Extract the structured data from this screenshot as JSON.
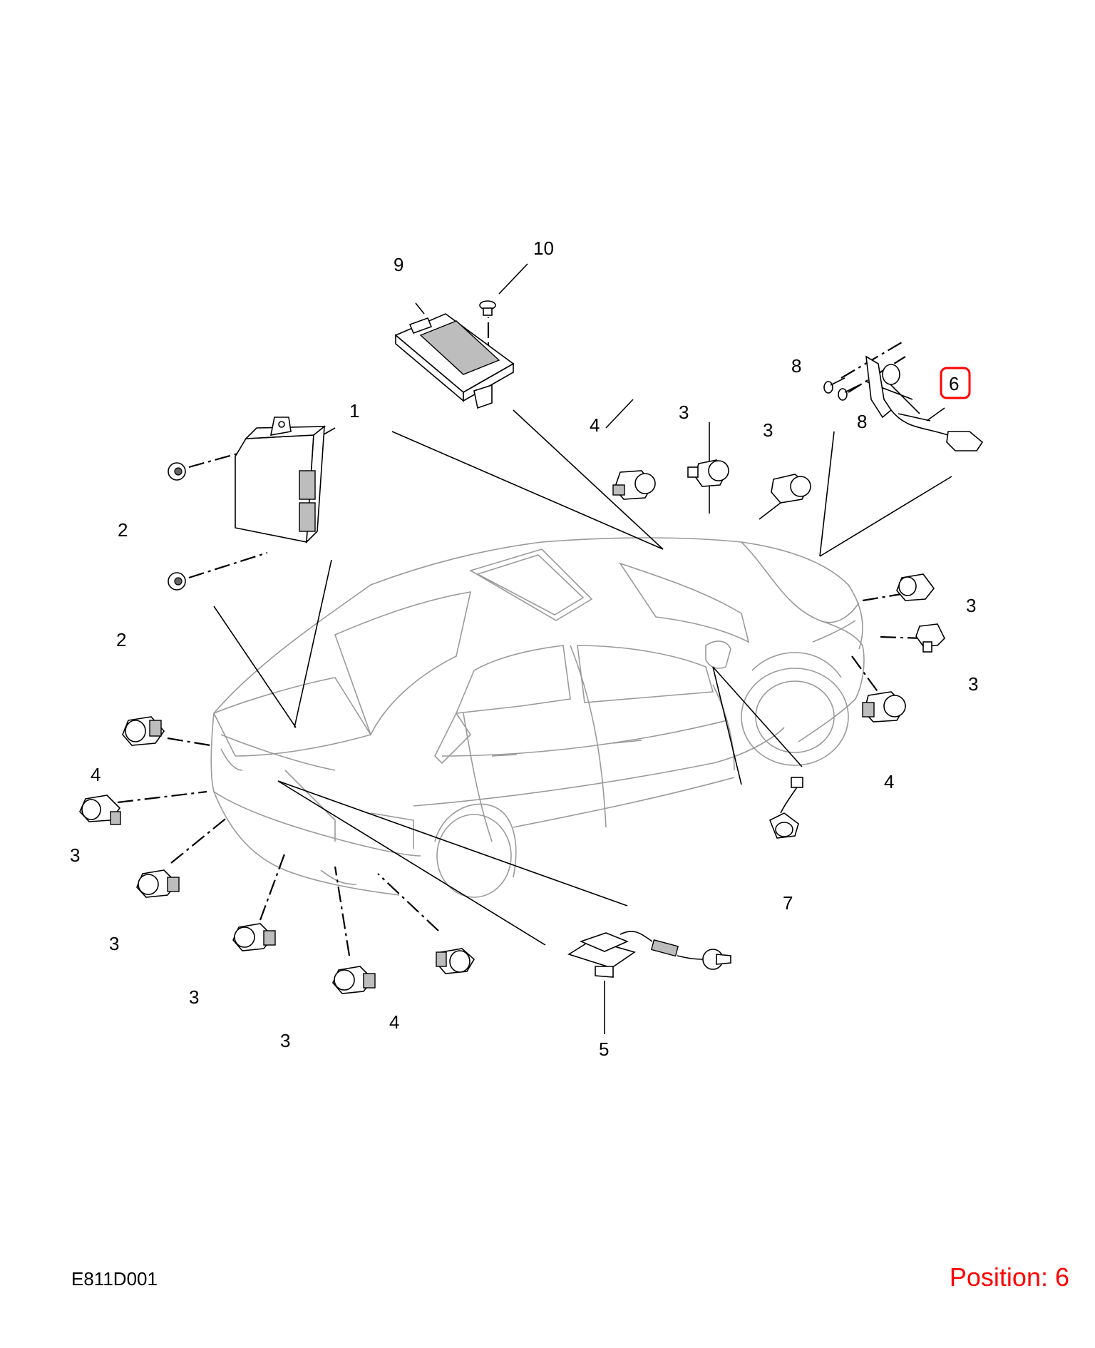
{
  "diagram": {
    "code": "E811D001",
    "position_label": "Position: 6",
    "highlight_color": "#ff0000",
    "callouts": [
      "1",
      "2",
      "2",
      "3",
      "3",
      "3",
      "3",
      "3",
      "3",
      "3",
      "3",
      "3",
      "4",
      "4",
      "4",
      "4",
      "5",
      "6",
      "7",
      "8",
      "8",
      "9",
      "10"
    ]
  }
}
